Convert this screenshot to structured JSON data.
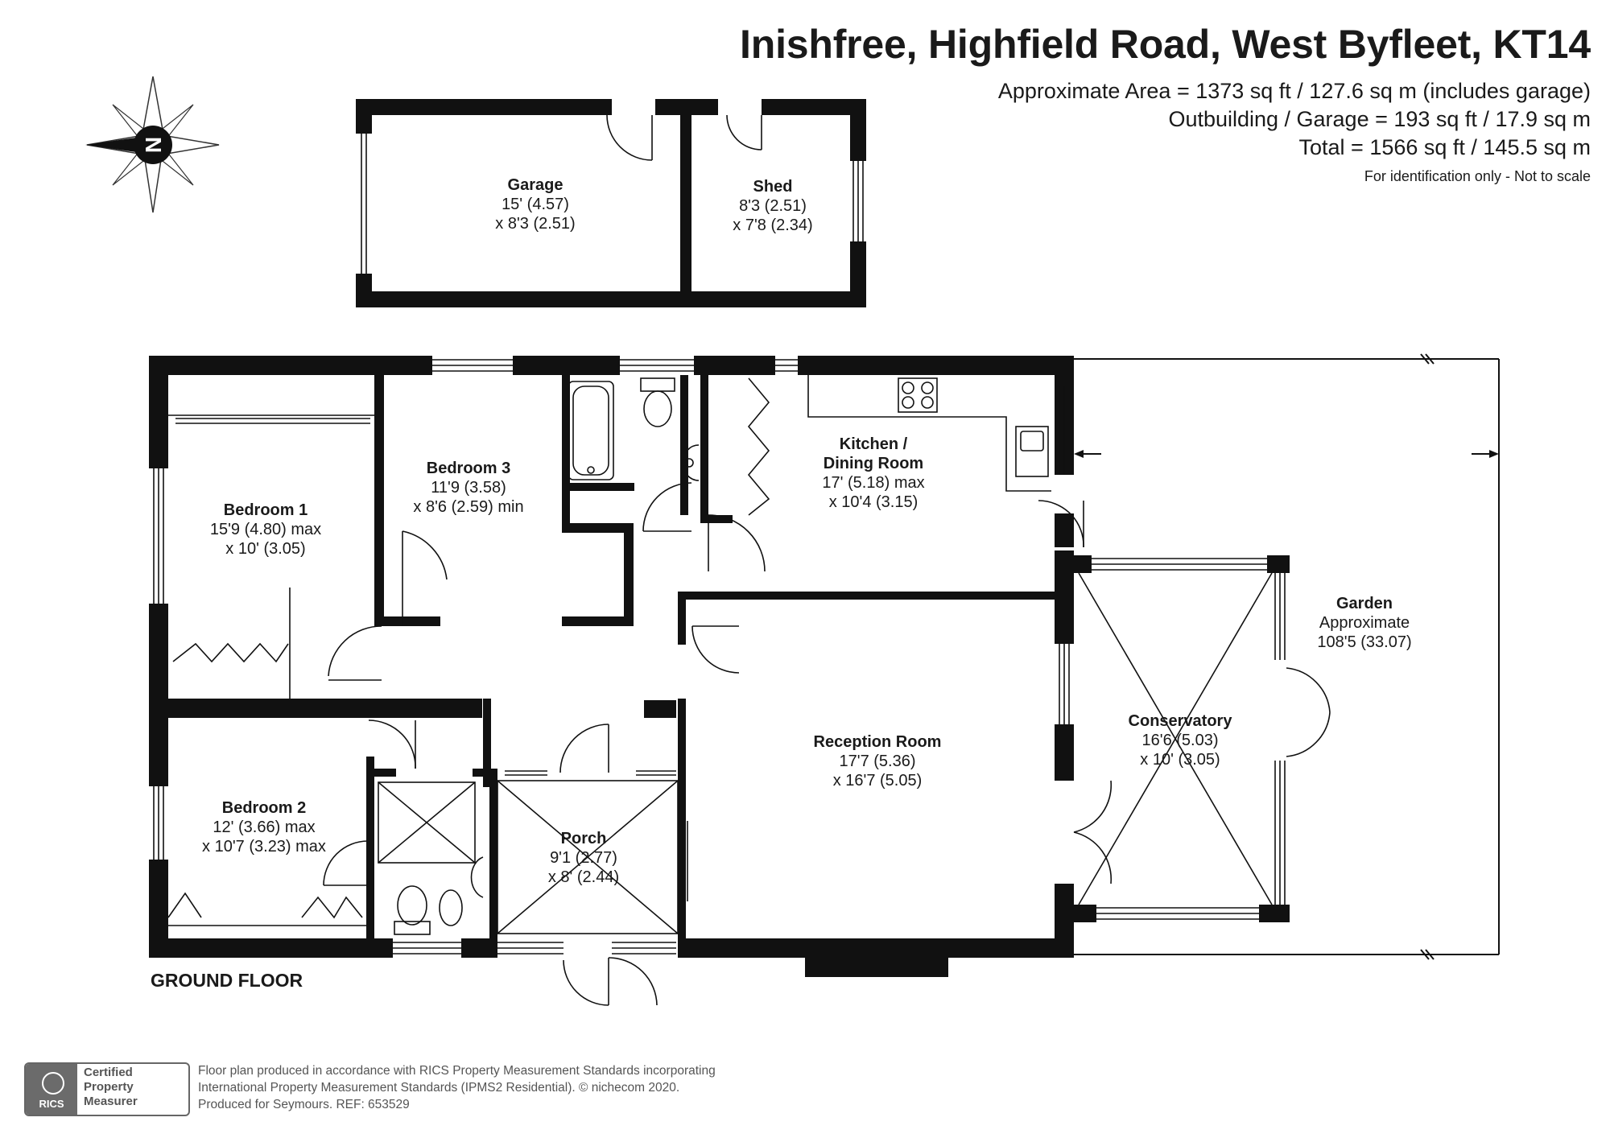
{
  "header": {
    "title": "Inishfree, Highfield Road, West Byfleet, KT14",
    "area_line_1": "Approximate Area = 1373 sq ft / 127.6 sq m (includes garage)",
    "area_line_2": "Outbuilding / Garage = 193 sq ft / 17.9 sq m",
    "area_line_3": "Total = 1566 sq ft / 145.5 sq m",
    "note": "For identification only - Not to scale"
  },
  "compass": {
    "letter": "N",
    "icon": "compass-rose-icon"
  },
  "rooms": {
    "garage": {
      "name": "Garage",
      "dim1": "15' (4.57)",
      "dim2": "x 8'3 (2.51)"
    },
    "shed": {
      "name": "Shed",
      "dim1": "8'3 (2.51)",
      "dim2": "x 7'8 (2.34)"
    },
    "bedroom1": {
      "name": "Bedroom 1",
      "dim1": "15'9 (4.80) max",
      "dim2": "x 10' (3.05)"
    },
    "bedroom3": {
      "name": "Bedroom 3",
      "dim1": "11'9 (3.58)",
      "dim2": "x 8'6 (2.59) min"
    },
    "kitchen": {
      "name_1": "Kitchen /",
      "name_2": "Dining Room",
      "dim1": "17' (5.18) max",
      "dim2": "x 10'4 (3.15)"
    },
    "garden": {
      "name": "Garden",
      "dim1": "Approximate",
      "dim2": "108'5 (33.07)"
    },
    "conservatory": {
      "name": "Conservatory",
      "dim1": "16'6 (5.03)",
      "dim2": "x 10' (3.05)"
    },
    "reception": {
      "name": "Reception Room",
      "dim1": "17'7 (5.36)",
      "dim2": "x 16'7 (5.05)"
    },
    "bedroom2": {
      "name": "Bedroom 2",
      "dim1": "12' (3.66) max",
      "dim2": "x 10'7 (3.23) max"
    },
    "porch": {
      "name": "Porch",
      "dim1": "9'1 (2.77)",
      "dim2": "x 8' (2.44)"
    }
  },
  "floor_label": "GROUND FLOOR",
  "footer": {
    "line_1": "Floor plan produced in accordance with RICS Property Measurement Standards incorporating",
    "line_2": "International Property Measurement Standards (IPMS2 Residential).   © nichecom 2020.",
    "line_3": "Produced for Seymours.   REF:  653529"
  },
  "badge": {
    "org": "RICS",
    "line_1": "Certified",
    "line_2": "Property",
    "line_3": "Measurer"
  },
  "colors": {
    "wall": "#111111",
    "text": "#1a1a1a",
    "badge_grey": "#6b6b6b",
    "footer_grey": "#555555"
  }
}
